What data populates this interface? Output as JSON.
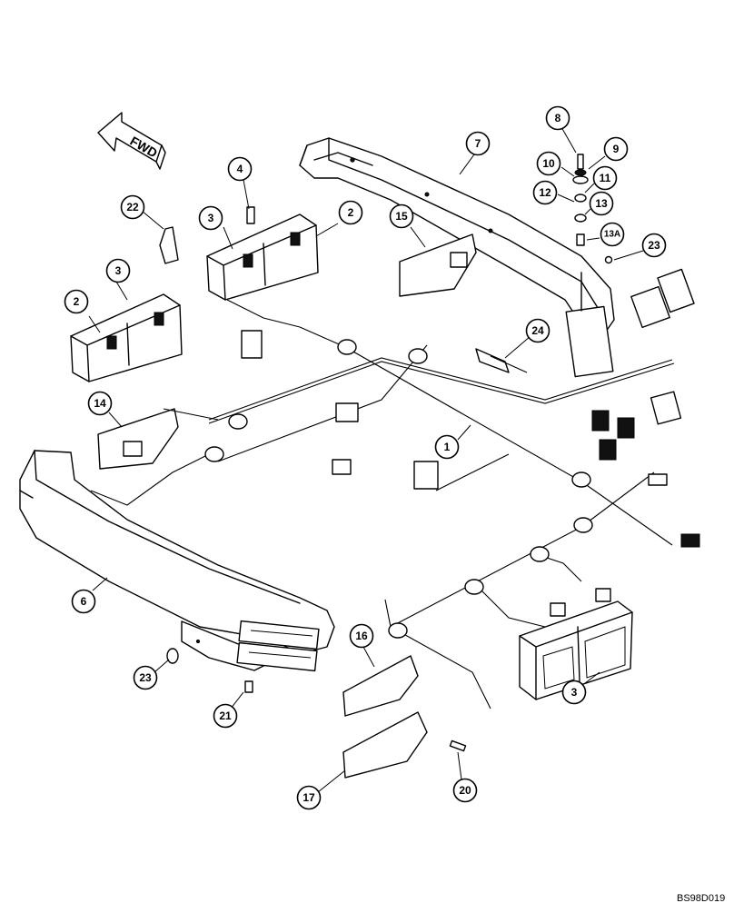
{
  "diagram": {
    "doc_id": "BS98D019",
    "direction_arrow": {
      "label": "FWD",
      "icon": "forward-arrow-icon"
    },
    "callouts": [
      {
        "id": "c1",
        "label": "1"
      },
      {
        "id": "c2a",
        "label": "2"
      },
      {
        "id": "c2b",
        "label": "2"
      },
      {
        "id": "c3a",
        "label": "3"
      },
      {
        "id": "c3b",
        "label": "3"
      },
      {
        "id": "c3c",
        "label": "3"
      },
      {
        "id": "c4",
        "label": "4"
      },
      {
        "id": "c6",
        "label": "6"
      },
      {
        "id": "c7",
        "label": "7"
      },
      {
        "id": "c8",
        "label": "8"
      },
      {
        "id": "c9",
        "label": "9"
      },
      {
        "id": "c10",
        "label": "10"
      },
      {
        "id": "c11",
        "label": "11"
      },
      {
        "id": "c12",
        "label": "12"
      },
      {
        "id": "c13",
        "label": "13"
      },
      {
        "id": "c13a",
        "label": "13A"
      },
      {
        "id": "c14",
        "label": "14"
      },
      {
        "id": "c15",
        "label": "15"
      },
      {
        "id": "c16",
        "label": "16"
      },
      {
        "id": "c17",
        "label": "17"
      },
      {
        "id": "c20",
        "label": "20"
      },
      {
        "id": "c21",
        "label": "21"
      },
      {
        "id": "c22",
        "label": "22"
      },
      {
        "id": "c23a",
        "label": "23"
      },
      {
        "id": "c23b",
        "label": "23"
      },
      {
        "id": "c24",
        "label": "24"
      }
    ]
  }
}
